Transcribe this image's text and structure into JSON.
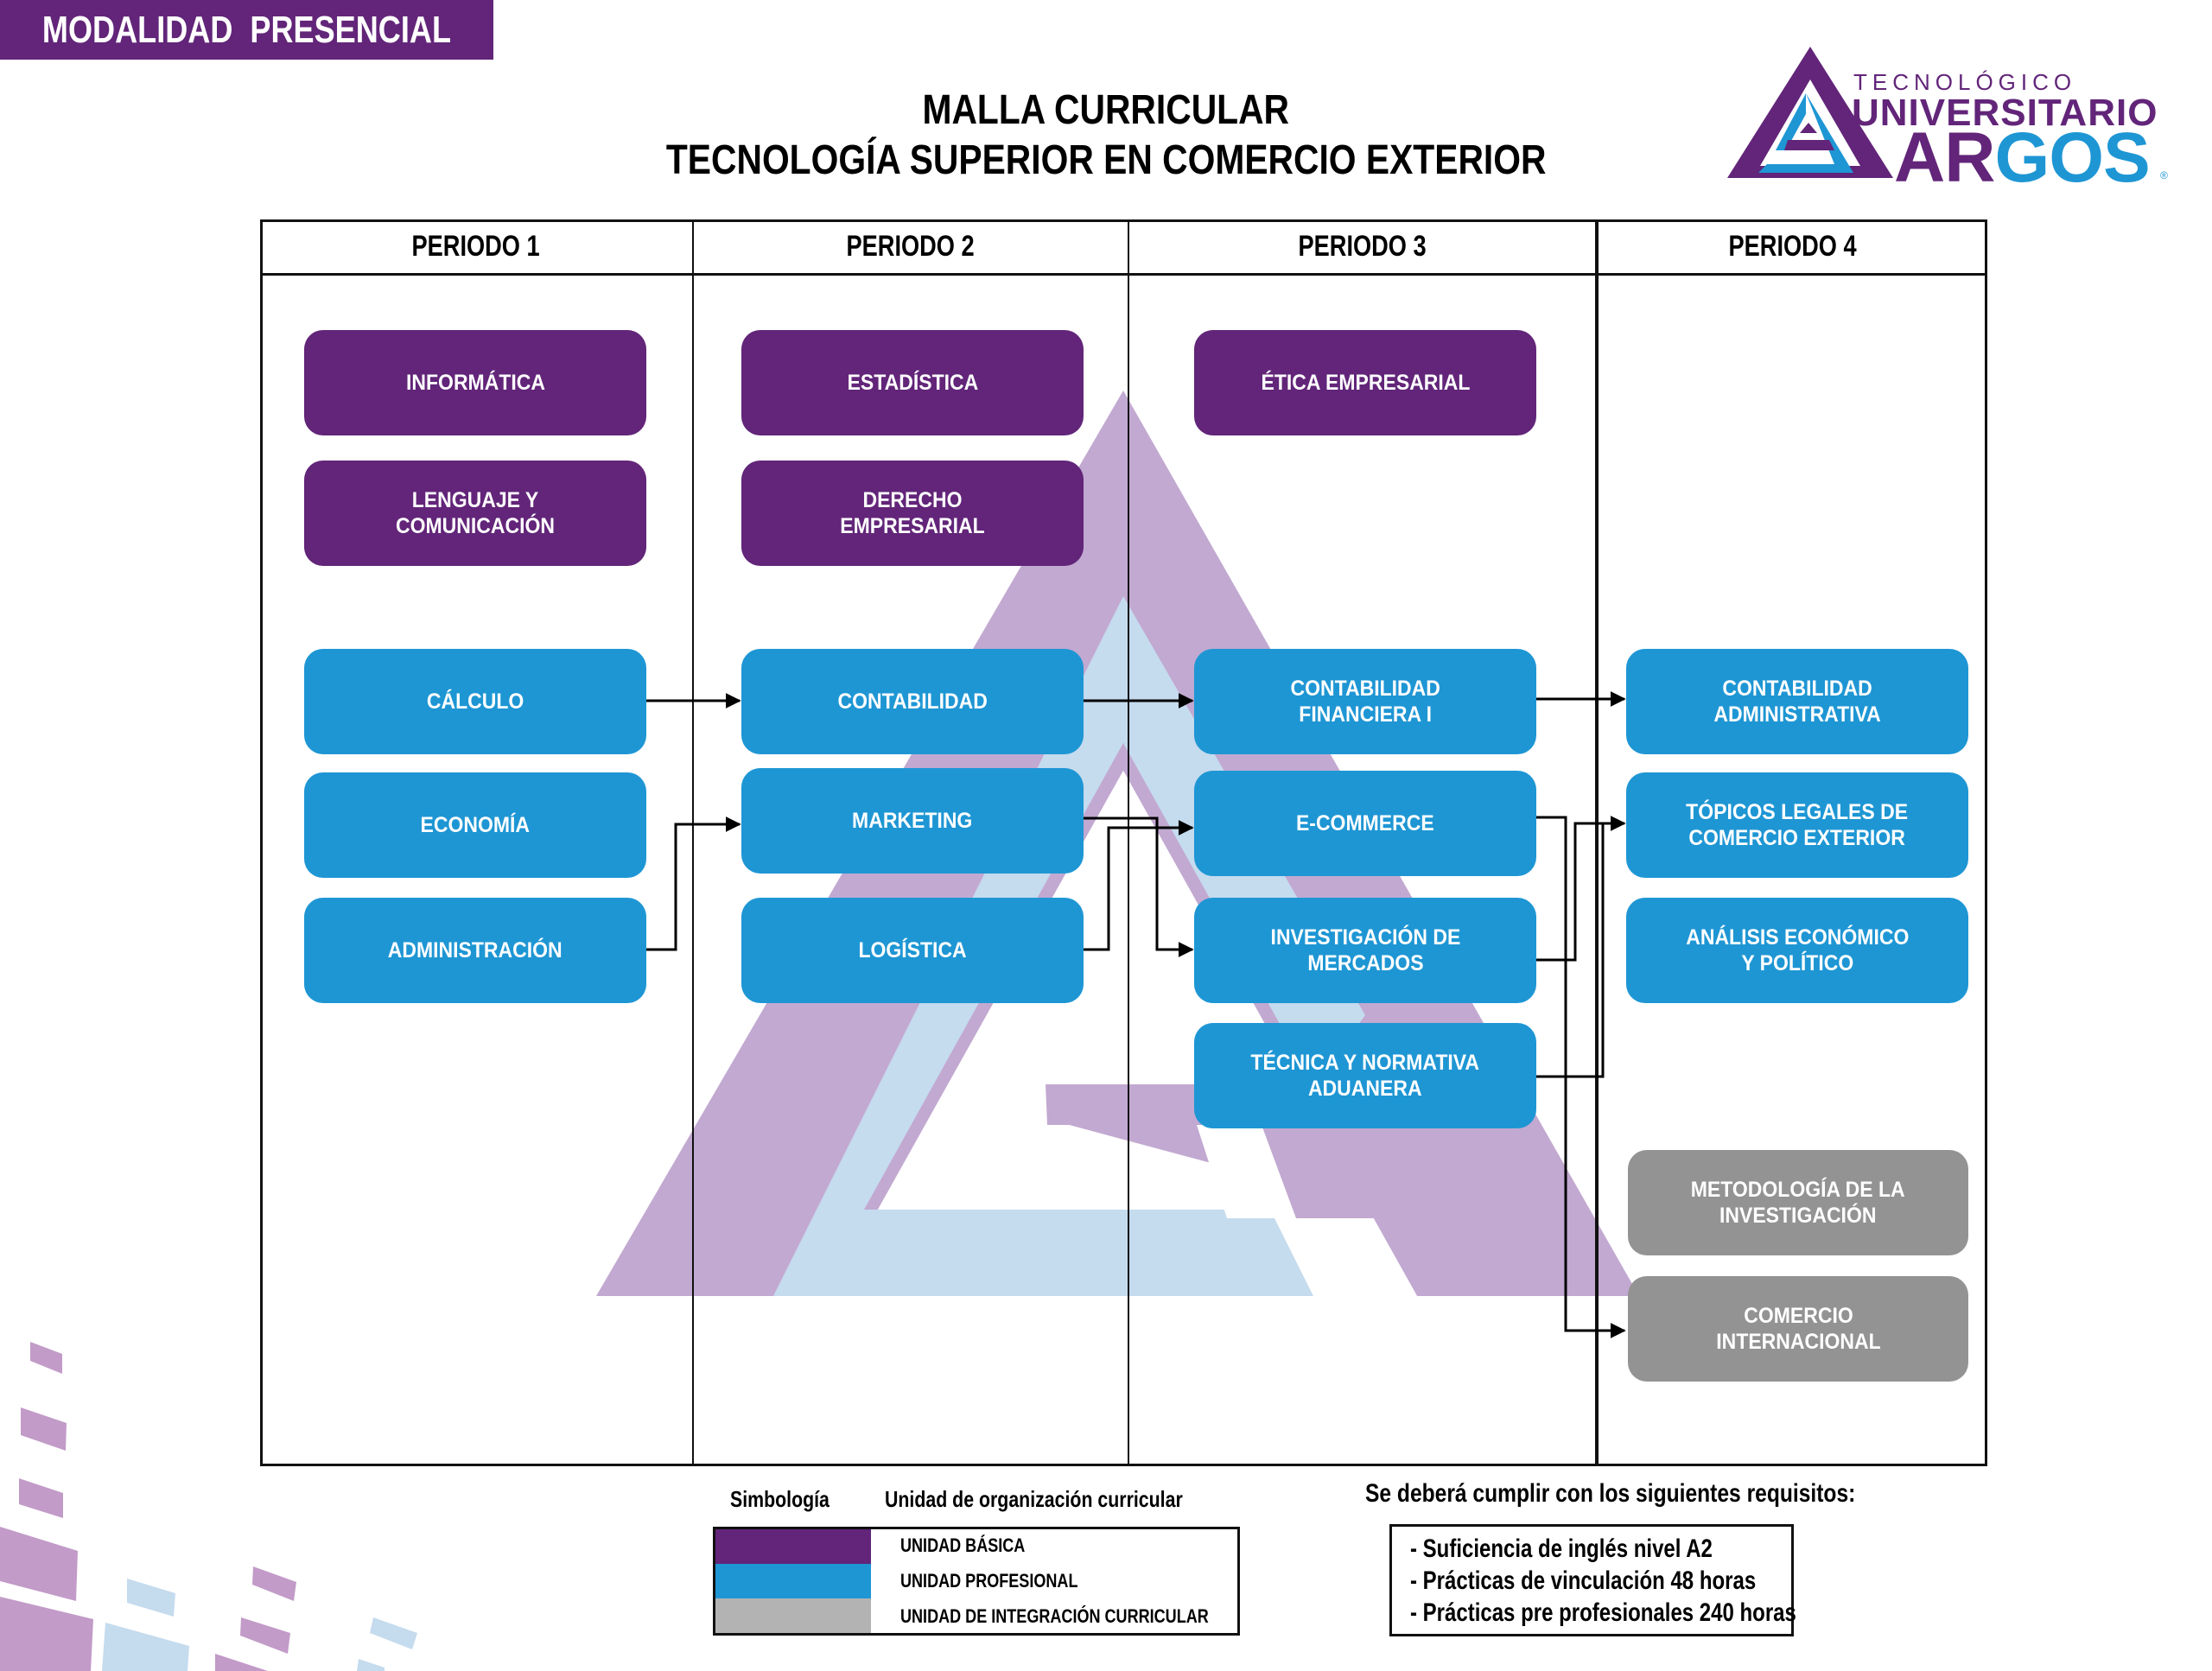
{
  "badge": {
    "label": "MODALIDAD  PRESENCIAL"
  },
  "title": {
    "line1": "MALLA CURRICULAR",
    "line2": "TECNOLOGÍA SUPERIOR EN COMERCIO EXTERIOR"
  },
  "logo": {
    "line1": "TECNOLÓGICO",
    "line2": "UNIVERSITARIO",
    "line3_a": "AR",
    "line3_b": "GOS",
    "registered": "®"
  },
  "colors": {
    "basic": "#622579",
    "professional": "#1e96d4",
    "integration": "#939393",
    "legend_integration": "#b3b3b3"
  },
  "periods": [
    {
      "label": "PERIODO 1"
    },
    {
      "label": "PERIODO 2"
    },
    {
      "label": "PERIODO 3"
    },
    {
      "label": "PERIODO 4"
    }
  ],
  "courses": {
    "p1": [
      {
        "name": "INFORMÁTICA",
        "unit": "basic"
      },
      {
        "name": "LENGUAJE Y\nCOMUNICACIÓN",
        "unit": "basic"
      },
      {
        "name": "CÁLCULO",
        "unit": "professional"
      },
      {
        "name": "ECONOMÍA",
        "unit": "professional"
      },
      {
        "name": "ADMINISTRACIÓN",
        "unit": "professional"
      }
    ],
    "p2": [
      {
        "name": "ESTADÍSTICA",
        "unit": "basic"
      },
      {
        "name": "DERECHO\nEMPRESARIAL",
        "unit": "basic"
      },
      {
        "name": "CONTABILIDAD",
        "unit": "professional"
      },
      {
        "name": "MARKETING",
        "unit": "professional"
      },
      {
        "name": "LOGÍSTICA",
        "unit": "professional"
      }
    ],
    "p3": [
      {
        "name": "ÉTICA EMPRESARIAL",
        "unit": "basic"
      },
      {
        "name": "CONTABILIDAD\nFINANCIERA I",
        "unit": "professional"
      },
      {
        "name": "E-COMMERCE",
        "unit": "professional"
      },
      {
        "name": "INVESTIGACIÓN DE\nMERCADOS",
        "unit": "professional"
      },
      {
        "name": "TÉCNICA Y NORMATIVA\nADUANERA",
        "unit": "professional"
      }
    ],
    "p4": [
      {
        "name": "CONTABILIDAD\nADMINISTRATIVA",
        "unit": "professional"
      },
      {
        "name": "TÓPICOS LEGALES DE\nCOMERCIO EXTERIOR",
        "unit": "professional"
      },
      {
        "name": "ANÁLISIS ECONÓMICO\nY POLÍTICO",
        "unit": "professional"
      },
      {
        "name": "METODOLOGÍA DE LA\nINVESTIGACIÓN",
        "unit": "integration"
      },
      {
        "name": "COMERCIO\nINTERNACIONAL",
        "unit": "integration"
      }
    ]
  },
  "prerequisites": [
    {
      "from": "CÁLCULO",
      "to": "CONTABILIDAD"
    },
    {
      "from": "ADMINISTRACIÓN",
      "to": "MARKETING"
    },
    {
      "from": "CONTABILIDAD",
      "to": "CONTABILIDAD FINANCIERA I"
    },
    {
      "from": "LOGÍSTICA",
      "to": "E-COMMERCE"
    },
    {
      "from": "MARKETING",
      "to": "INVESTIGACIÓN DE MERCADOS"
    },
    {
      "from": "CONTABILIDAD FINANCIERA I",
      "to": "CONTABILIDAD ADMINISTRATIVA"
    },
    {
      "from": "INVESTIGACIÓN DE MERCADOS",
      "to": "TÓPICOS LEGALES DE COMERCIO EXTERIOR"
    },
    {
      "from": "TÉCNICA Y NORMATIVA ADUANERA",
      "to": "TÓPICOS LEGALES DE COMERCIO EXTERIOR"
    },
    {
      "from": "E-COMMERCE",
      "to": "COMERCIO INTERNACIONAL"
    }
  ],
  "legend": {
    "simbologia": "Simbología",
    "heading": "Unidad de organización  curricular",
    "items": [
      {
        "label": "UNIDAD BÁSICA",
        "color": "#622579"
      },
      {
        "label": "UNIDAD PROFESIONAL",
        "color": "#1e96d4"
      },
      {
        "label": "UNIDAD DE INTEGRACIÓN CURRICULAR",
        "color": "#b3b3b3"
      }
    ]
  },
  "requirements": {
    "title": "Se deberá cumplir con los siguientes requisitos:",
    "items": [
      "- Suficiencia de inglés nivel A2",
      "- Prácticas de vinculación 48 horas",
      "- Prácticas pre profesionales 240 horas"
    ]
  }
}
